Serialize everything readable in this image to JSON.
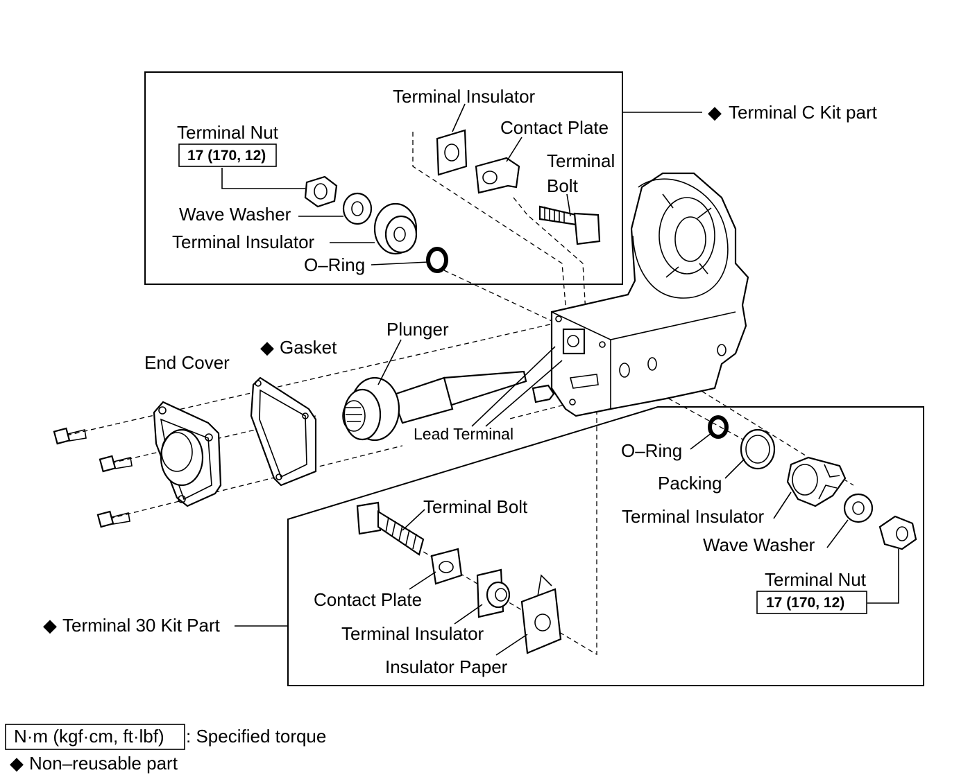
{
  "labels": {
    "terminal_c_kit": "Terminal C Kit  part",
    "terminal_30_kit": "Terminal 30 Kit Part",
    "c_terminal_insulator_top": "Terminal Insulator",
    "c_contact_plate": "Contact Plate",
    "c_terminal_bolt_1": "Terminal",
    "c_terminal_bolt_2": "Bolt",
    "c_terminal_nut": "Terminal Nut",
    "c_torque": "17 (170, 12)",
    "c_wave_washer": "Wave Washer",
    "c_terminal_insulator": "Terminal Insulator",
    "c_o_ring": "O–Ring",
    "end_cover": "End Cover",
    "gasket": "Gasket",
    "plunger": "Plunger",
    "lead_terminal": "Lead Terminal",
    "r_o_ring": "O–Ring",
    "r_packing": "Packing",
    "r_terminal_insulator": "Terminal Insulator",
    "r_wave_washer": "Wave Washer",
    "r_terminal_nut": "Terminal Nut",
    "r_torque": "17 (170, 12)",
    "b_terminal_bolt": "Terminal Bolt",
    "b_contact_plate": "Contact Plate",
    "b_terminal_insulator": "Terminal Insulator",
    "b_insulator_paper": "Insulator Paper"
  },
  "legend": {
    "torque_unit": "N·m (kgf·cm, ft·lbf)",
    "torque_desc": ": Specified torque",
    "non_reusable": "Non–reusable part"
  },
  "symbols": {
    "non_reusable": "◆"
  }
}
